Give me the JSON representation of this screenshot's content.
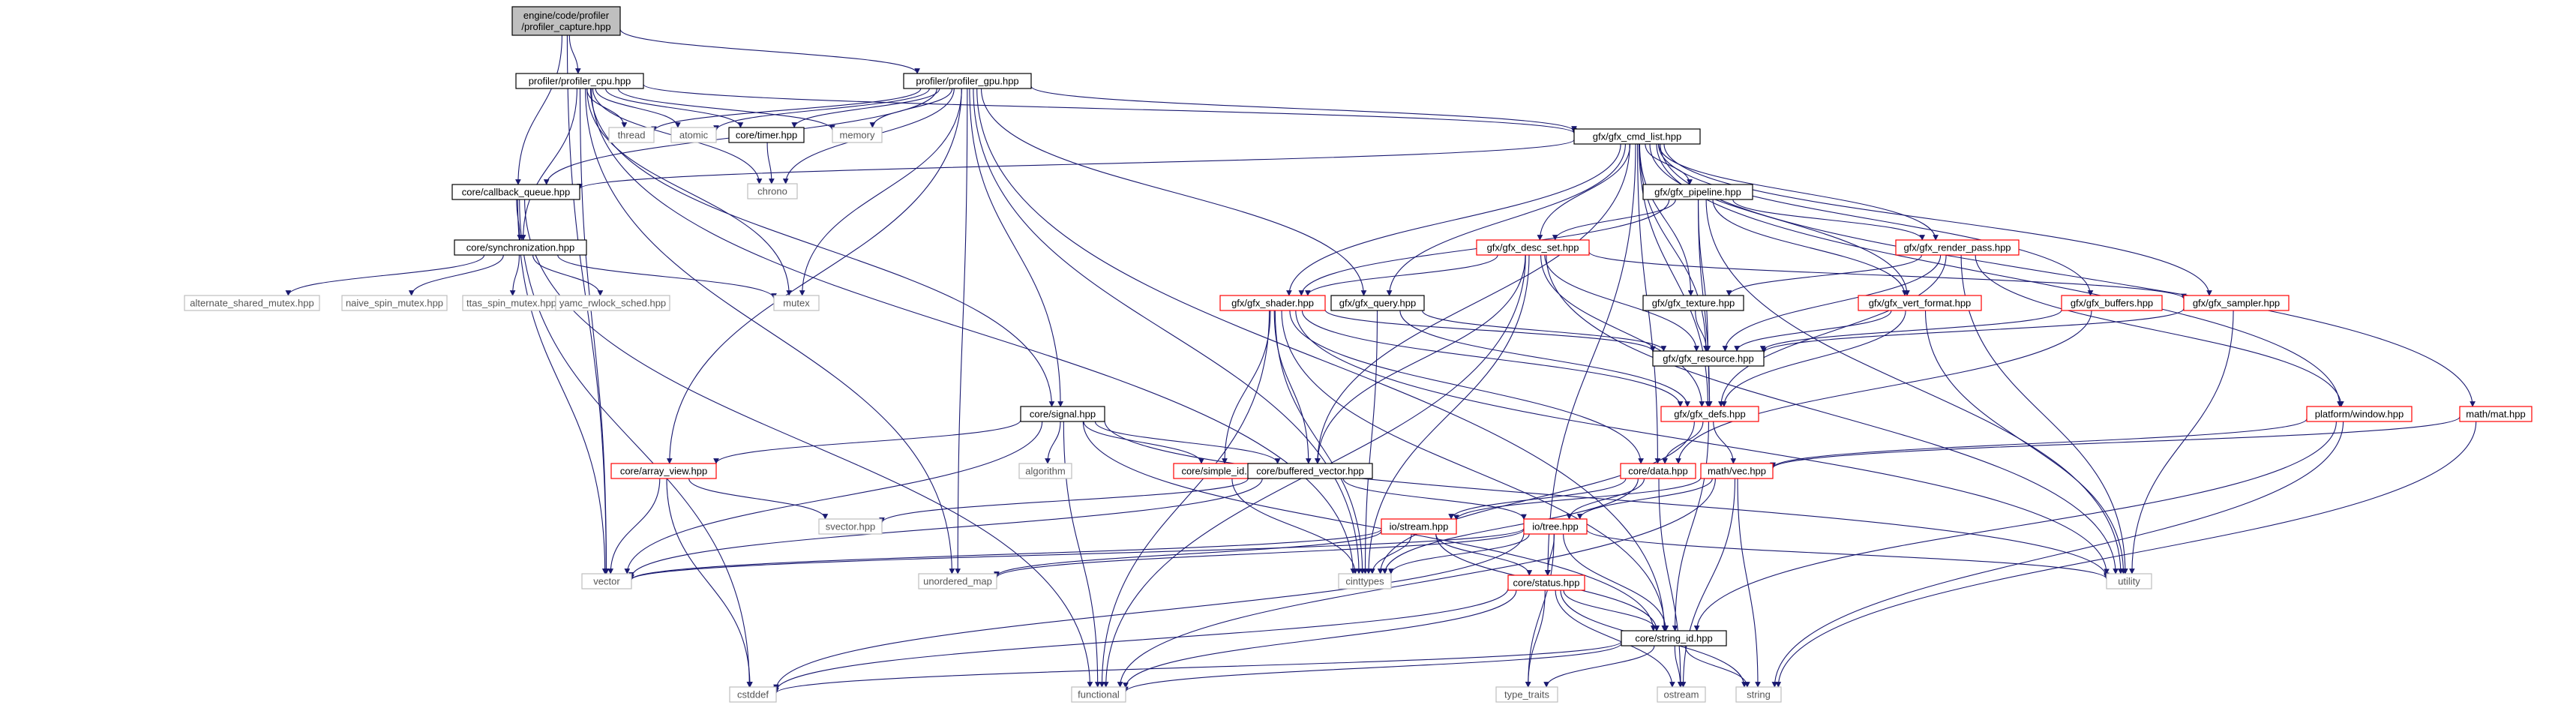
{
  "colors": {
    "edge": "#191970",
    "doc_border": "#000000",
    "red_border": "#ff0000",
    "sys_border": "#bfbfbf",
    "root_fill": "#bfbfbf"
  },
  "nodes": {
    "root": {
      "label": "engine/code/profiler\n/profiler_capture.hpp",
      "kind": "root"
    },
    "p_cpu": {
      "label": "profiler/profiler_cpu.hpp",
      "kind": "doc"
    },
    "p_gpu": {
      "label": "profiler/profiler_gpu.hpp",
      "kind": "doc"
    },
    "thread": {
      "label": "thread",
      "kind": "sys"
    },
    "atomic": {
      "label": "atomic",
      "kind": "sys"
    },
    "timer": {
      "label": "core/timer.hpp",
      "kind": "doc"
    },
    "memory": {
      "label": "memory",
      "kind": "sys"
    },
    "chrono": {
      "label": "chrono",
      "kind": "sys"
    },
    "cmd_list": {
      "label": "gfx/gfx_cmd_list.hpp",
      "kind": "doc"
    },
    "cb_queue": {
      "label": "core/callback_queue.hpp",
      "kind": "doc"
    },
    "sync": {
      "label": "core/synchronization.hpp",
      "kind": "doc"
    },
    "alt_mutex": {
      "label": "alternate_shared_mutex.hpp",
      "kind": "sys"
    },
    "naive": {
      "label": "naive_spin_mutex.hpp",
      "kind": "sys"
    },
    "ttas": {
      "label": "ttas_spin_mutex.hpp",
      "kind": "sys"
    },
    "yamc": {
      "label": "yamc_rwlock_sched.hpp",
      "kind": "sys"
    },
    "mutex": {
      "label": "mutex",
      "kind": "sys"
    },
    "pipeline": {
      "label": "gfx/gfx_pipeline.hpp",
      "kind": "doc"
    },
    "desc_set": {
      "label": "gfx/gfx_desc_set.hpp",
      "kind": "red"
    },
    "render_pass": {
      "label": "gfx/gfx_render_pass.hpp",
      "kind": "red"
    },
    "shader": {
      "label": "gfx/gfx_shader.hpp",
      "kind": "red"
    },
    "query": {
      "label": "gfx/gfx_query.hpp",
      "kind": "doc"
    },
    "texture": {
      "label": "gfx/gfx_texture.hpp",
      "kind": "doc"
    },
    "vert_fmt": {
      "label": "gfx/gfx_vert_format.hpp",
      "kind": "red"
    },
    "buffers": {
      "label": "gfx/gfx_buffers.hpp",
      "kind": "red"
    },
    "sampler": {
      "label": "gfx/gfx_sampler.hpp",
      "kind": "red"
    },
    "resource": {
      "label": "gfx/gfx_resource.hpp",
      "kind": "doc"
    },
    "defs": {
      "label": "gfx/gfx_defs.hpp",
      "kind": "red"
    },
    "window": {
      "label": "platform/window.hpp",
      "kind": "red"
    },
    "mat": {
      "label": "math/mat.hpp",
      "kind": "red"
    },
    "signal": {
      "label": "core/signal.hpp",
      "kind": "doc"
    },
    "algorithm": {
      "label": "algorithm",
      "kind": "sys"
    },
    "simple_id": {
      "label": "core/simple_id.hpp",
      "kind": "red"
    },
    "buf_vec": {
      "label": "core/buffered_vector.hpp",
      "kind": "doc"
    },
    "array_view": {
      "label": "core/array_view.hpp",
      "kind": "red"
    },
    "svector": {
      "label": "svector.hpp",
      "kind": "sys"
    },
    "data": {
      "label": "core/data.hpp",
      "kind": "red"
    },
    "vec": {
      "label": "math/vec.hpp",
      "kind": "red"
    },
    "stream": {
      "label": "io/stream.hpp",
      "kind": "red"
    },
    "tree": {
      "label": "io/tree.hpp",
      "kind": "red"
    },
    "vector": {
      "label": "vector",
      "kind": "sys"
    },
    "umap": {
      "label": "unordered_map",
      "kind": "sys"
    },
    "cinttypes": {
      "label": "cinttypes",
      "kind": "sys"
    },
    "utility": {
      "label": "utility",
      "kind": "sys"
    },
    "status": {
      "label": "core/status.hpp",
      "kind": "red"
    },
    "string_id": {
      "label": "core/string_id.hpp",
      "kind": "doc"
    },
    "cstddef": {
      "label": "cstddef",
      "kind": "sys"
    },
    "functional": {
      "label": "functional",
      "kind": "sys"
    },
    "type_traits": {
      "label": "type_traits",
      "kind": "sys"
    },
    "ostream": {
      "label": "ostream",
      "kind": "sys"
    },
    "string": {
      "label": "string",
      "kind": "sys"
    }
  },
  "edges": [
    [
      "root",
      "p_cpu"
    ],
    [
      "root",
      "p_gpu"
    ],
    [
      "root",
      "cb_queue"
    ],
    [
      "root",
      "vector"
    ],
    [
      "p_cpu",
      "thread"
    ],
    [
      "p_cpu",
      "atomic"
    ],
    [
      "p_cpu",
      "timer"
    ],
    [
      "p_cpu",
      "memory"
    ],
    [
      "p_cpu",
      "chrono"
    ],
    [
      "p_cpu",
      "sync"
    ],
    [
      "p_cpu",
      "signal"
    ],
    [
      "p_cpu",
      "mutex"
    ],
    [
      "p_cpu",
      "umap"
    ],
    [
      "p_cpu",
      "cinttypes"
    ],
    [
      "p_cpu",
      "vector"
    ],
    [
      "p_cpu",
      "cmd_list"
    ],
    [
      "p_gpu",
      "thread"
    ],
    [
      "p_gpu",
      "atomic"
    ],
    [
      "p_gpu",
      "timer"
    ],
    [
      "p_gpu",
      "memory"
    ],
    [
      "p_gpu",
      "chrono"
    ],
    [
      "p_gpu",
      "cmd_list"
    ],
    [
      "p_gpu",
      "cb_queue"
    ],
    [
      "p_gpu",
      "query"
    ],
    [
      "p_gpu",
      "signal"
    ],
    [
      "p_gpu",
      "mutex"
    ],
    [
      "p_gpu",
      "umap"
    ],
    [
      "p_gpu",
      "cinttypes"
    ],
    [
      "p_gpu",
      "string_id"
    ],
    [
      "p_gpu",
      "array_view"
    ],
    [
      "timer",
      "chrono"
    ],
    [
      "cmd_list",
      "pipeline"
    ],
    [
      "cmd_list",
      "desc_set"
    ],
    [
      "cmd_list",
      "render_pass"
    ],
    [
      "cmd_list",
      "shader"
    ],
    [
      "cmd_list",
      "query"
    ],
    [
      "cmd_list",
      "texture"
    ],
    [
      "cmd_list",
      "vert_fmt"
    ],
    [
      "cmd_list",
      "buffers"
    ],
    [
      "cmd_list",
      "sampler"
    ],
    [
      "cmd_list",
      "resource"
    ],
    [
      "cmd_list",
      "defs"
    ],
    [
      "cmd_list",
      "window"
    ],
    [
      "cmd_list",
      "mat"
    ],
    [
      "cmd_list",
      "cb_queue"
    ],
    [
      "cmd_list",
      "buf_vec"
    ],
    [
      "cmd_list",
      "status"
    ],
    [
      "cmd_list",
      "data"
    ],
    [
      "cb_queue",
      "sync"
    ],
    [
      "cb_queue",
      "vector"
    ],
    [
      "cb_queue",
      "functional"
    ],
    [
      "cb_queue",
      "cstddef"
    ],
    [
      "sync",
      "alt_mutex"
    ],
    [
      "sync",
      "naive"
    ],
    [
      "sync",
      "ttas"
    ],
    [
      "sync",
      "yamc"
    ],
    [
      "sync",
      "mutex"
    ],
    [
      "pipeline",
      "desc_set"
    ],
    [
      "pipeline",
      "render_pass"
    ],
    [
      "pipeline",
      "shader"
    ],
    [
      "pipeline",
      "vert_fmt"
    ],
    [
      "pipeline",
      "resource"
    ],
    [
      "pipeline",
      "defs"
    ],
    [
      "pipeline",
      "utility"
    ],
    [
      "desc_set",
      "shader"
    ],
    [
      "desc_set",
      "sampler"
    ],
    [
      "desc_set",
      "resource"
    ],
    [
      "desc_set",
      "defs"
    ],
    [
      "desc_set",
      "functional"
    ],
    [
      "desc_set",
      "cinttypes"
    ],
    [
      "desc_set",
      "utility"
    ],
    [
      "desc_set",
      "buf_vec"
    ],
    [
      "render_pass",
      "texture"
    ],
    [
      "render_pass",
      "resource"
    ],
    [
      "render_pass",
      "defs"
    ],
    [
      "render_pass",
      "window"
    ],
    [
      "render_pass",
      "utility"
    ],
    [
      "shader",
      "resource"
    ],
    [
      "shader",
      "defs"
    ],
    [
      "shader",
      "simple_id"
    ],
    [
      "shader",
      "buf_vec"
    ],
    [
      "shader",
      "functional"
    ],
    [
      "shader",
      "cinttypes"
    ],
    [
      "shader",
      "data"
    ],
    [
      "shader",
      "string_id"
    ],
    [
      "shader",
      "utility"
    ],
    [
      "query",
      "resource"
    ],
    [
      "query",
      "defs"
    ],
    [
      "query",
      "cinttypes"
    ],
    [
      "texture",
      "resource"
    ],
    [
      "vert_fmt",
      "resource"
    ],
    [
      "vert_fmt",
      "defs"
    ],
    [
      "vert_fmt",
      "utility"
    ],
    [
      "buffers",
      "resource"
    ],
    [
      "buffers",
      "data"
    ],
    [
      "sampler",
      "resource"
    ],
    [
      "sampler",
      "utility"
    ],
    [
      "resource",
      "defs"
    ],
    [
      "defs",
      "data"
    ],
    [
      "defs",
      "vec"
    ],
    [
      "defs",
      "string_id"
    ],
    [
      "defs",
      "cinttypes"
    ],
    [
      "window",
      "vec"
    ],
    [
      "window",
      "string_id"
    ],
    [
      "window",
      "string"
    ],
    [
      "mat",
      "vec"
    ],
    [
      "mat",
      "string"
    ],
    [
      "signal",
      "algorithm"
    ],
    [
      "signal",
      "simple_id"
    ],
    [
      "signal",
      "buf_vec"
    ],
    [
      "signal",
      "array_view"
    ],
    [
      "signal",
      "vector"
    ],
    [
      "signal",
      "functional"
    ],
    [
      "signal",
      "utility"
    ],
    [
      "signal",
      "string_id"
    ],
    [
      "simple_id",
      "cinttypes"
    ],
    [
      "buf_vec",
      "svector"
    ],
    [
      "buf_vec",
      "vector"
    ],
    [
      "buf_vec",
      "tree"
    ],
    [
      "array_view",
      "svector"
    ],
    [
      "array_view",
      "vector"
    ],
    [
      "array_view",
      "cstddef"
    ],
    [
      "data",
      "stream"
    ],
    [
      "data",
      "tree"
    ],
    [
      "data",
      "cinttypes"
    ],
    [
      "data",
      "ostream"
    ],
    [
      "vec",
      "stream"
    ],
    [
      "vec",
      "tree"
    ],
    [
      "vec",
      "functional"
    ],
    [
      "vec",
      "ostream"
    ],
    [
      "vec",
      "string"
    ],
    [
      "stream",
      "vector"
    ],
    [
      "stream",
      "umap"
    ],
    [
      "stream",
      "cinttypes"
    ],
    [
      "stream",
      "status"
    ],
    [
      "stream",
      "string_id"
    ],
    [
      "tree",
      "vector"
    ],
    [
      "tree",
      "umap"
    ],
    [
      "tree",
      "cinttypes"
    ],
    [
      "tree",
      "status"
    ],
    [
      "tree",
      "string_id"
    ],
    [
      "tree",
      "utility"
    ],
    [
      "tree",
      "type_traits"
    ],
    [
      "tree",
      "cstddef"
    ],
    [
      "status",
      "string_id"
    ],
    [
      "status",
      "functional"
    ],
    [
      "status",
      "type_traits"
    ],
    [
      "status",
      "ostream"
    ],
    [
      "status",
      "string"
    ],
    [
      "status",
      "cstddef"
    ],
    [
      "string_id",
      "cstddef"
    ],
    [
      "string_id",
      "functional"
    ],
    [
      "string_id",
      "type_traits"
    ],
    [
      "string_id",
      "ostream"
    ],
    [
      "string_id",
      "string"
    ]
  ]
}
